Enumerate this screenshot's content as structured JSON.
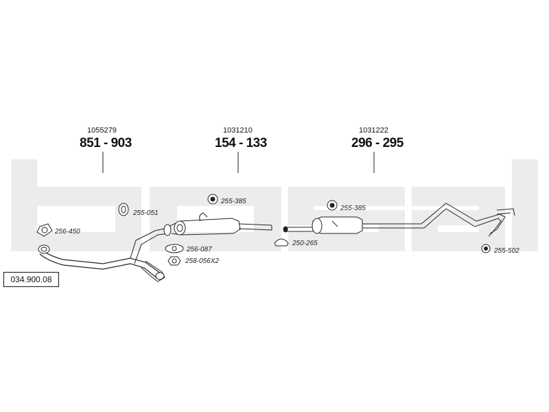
{
  "reference": "034.900.08",
  "watermark_brand": "bosal",
  "assemblies": [
    {
      "oe_number": "1055279",
      "part_number": "851 - 903"
    },
    {
      "oe_number": "1031210",
      "part_number": "154 - 133"
    },
    {
      "oe_number": "1031222",
      "part_number": "296 - 295"
    }
  ],
  "fittings": [
    {
      "code": "256-450"
    },
    {
      "code": "255-051"
    },
    {
      "code": "256-087"
    },
    {
      "code": "258-056X2"
    },
    {
      "code": "255-385"
    },
    {
      "code": "250-265"
    },
    {
      "code": "255-385"
    },
    {
      "code": "255-502"
    }
  ]
}
